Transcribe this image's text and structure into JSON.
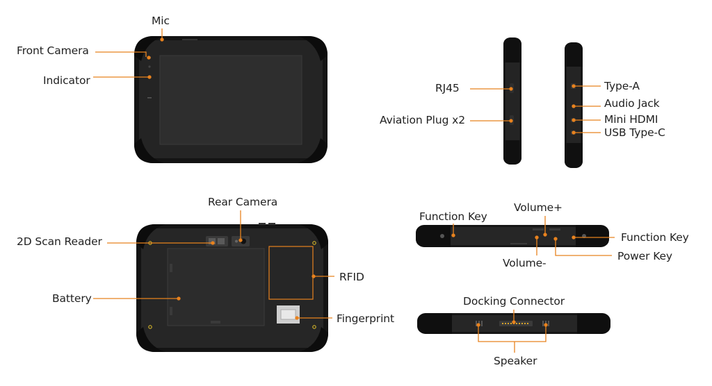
{
  "colors": {
    "accent": "#e8821e",
    "device_body": "#1f1f1f",
    "screen": "#2a2a2a",
    "bumper": "#141414"
  },
  "labels": {
    "mic": "Mic",
    "front_camera": "Front Camera",
    "indicator": "Indicator",
    "rj45": "RJ45",
    "aviation_plug": "Aviation Plug x2",
    "type_a": "Type-A",
    "audio_jack": "Audio Jack",
    "mini_hdmi": "Mini HDMI",
    "usb_type_c": "USB Type-C",
    "rear_camera": "Rear Camera",
    "scan_reader": "2D Scan Reader",
    "battery": "Battery",
    "rfid": "RFID",
    "fingerprint": "Fingerprint",
    "function_key_left": "Function Key",
    "volume_plus": "Volume+",
    "function_key_right": "Function Key",
    "volume_minus": "Volume-",
    "power_key": "Power Key",
    "docking_connector": "Docking Connector",
    "speaker": "Speaker"
  }
}
